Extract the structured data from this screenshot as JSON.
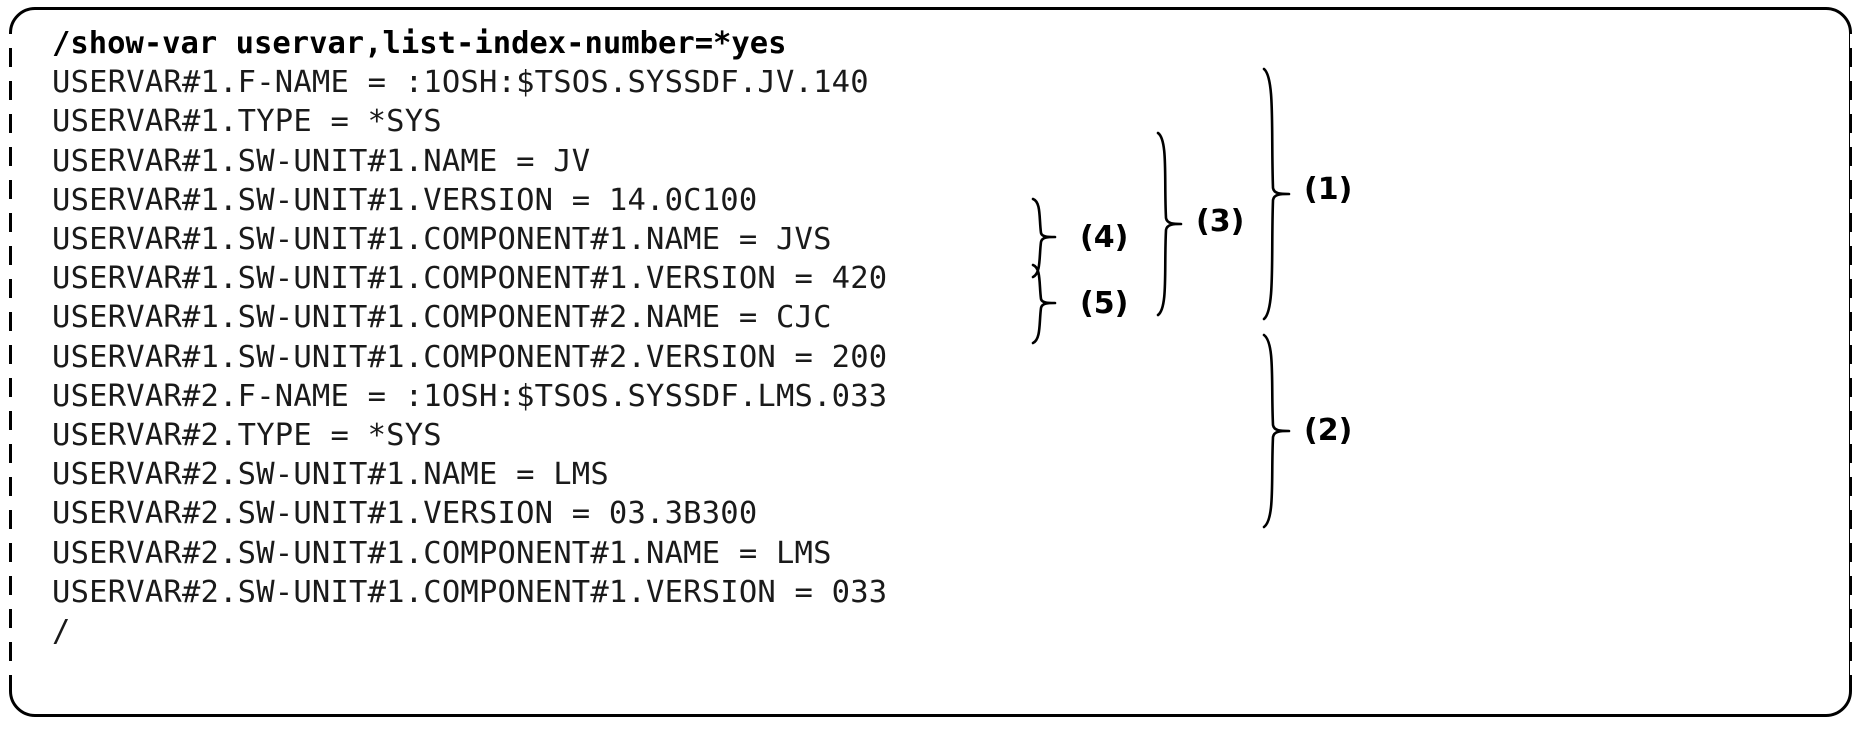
{
  "figure": {
    "kind": "console-output-listing",
    "border_color": "#000000",
    "text_color": "#1a1a1a",
    "background": "#ffffff"
  },
  "console": {
    "command_line": "/show-var uservar,list-index-number=*yes",
    "lines": [
      "USERVAR#1.F-NAME = :1OSH:$TSOS.SYSSDF.JV.140",
      "USERVAR#1.TYPE = *SYS",
      "USERVAR#1.SW-UNIT#1.NAME = JV",
      "USERVAR#1.SW-UNIT#1.VERSION = 14.0C100",
      "USERVAR#1.SW-UNIT#1.COMPONENT#1.NAME = JVS",
      "USERVAR#1.SW-UNIT#1.COMPONENT#1.VERSION = 420",
      "USERVAR#1.SW-UNIT#1.COMPONENT#2.NAME = CJC",
      "USERVAR#1.SW-UNIT#1.COMPONENT#2.VERSION = 200",
      "USERVAR#2.F-NAME = :1OSH:$TSOS.SYSSDF.LMS.033",
      "USERVAR#2.TYPE = *SYS",
      "USERVAR#2.SW-UNIT#1.NAME = LMS",
      "USERVAR#2.SW-UNIT#1.VERSION = 03.3B300",
      "USERVAR#2.SW-UNIT#1.COMPONENT#1.NAME = LMS",
      "USERVAR#2.SW-UNIT#1.COMPONENT#1.VERSION = 033"
    ],
    "prompt_line": "/"
  },
  "callouts": [
    {
      "id": "1",
      "label": "(1)"
    },
    {
      "id": "2",
      "label": "(2)"
    },
    {
      "id": "3",
      "label": "(3)"
    },
    {
      "id": "4",
      "label": "(4)"
    },
    {
      "id": "5",
      "label": "(5)"
    }
  ]
}
